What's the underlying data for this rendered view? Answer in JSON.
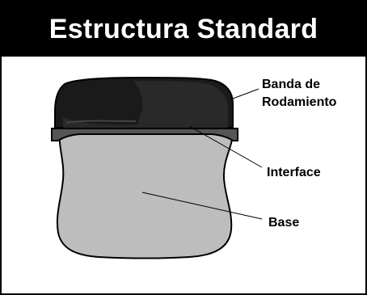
{
  "header": {
    "title": "Estructura Standard"
  },
  "labels": {
    "tread_line1": "Banda de",
    "tread_line2": "Rodamiento",
    "interface": "Interface",
    "base": "Base"
  },
  "colors": {
    "tread": "#1a1a1a",
    "tread_highlight": "#3a3a3a",
    "interface": "#555555",
    "base": "#bdbdbd",
    "outline": "#000000"
  }
}
